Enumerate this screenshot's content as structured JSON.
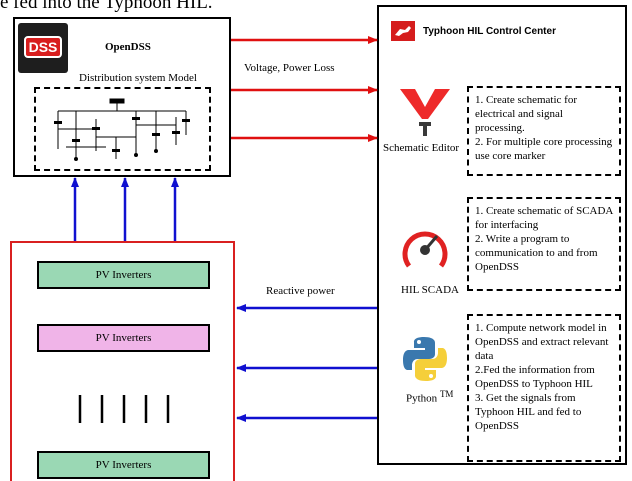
{
  "top_caption": "e fed into the Typhoon HIL.",
  "opendss": {
    "logo_text": "DSS",
    "title": "OpenDSS",
    "subtitle": "Distribution system Model"
  },
  "control_center": {
    "title": "Typhoon HIL Control Center",
    "schematic_label": "Schematic Editor",
    "scada_label": "HIL SCADA",
    "python_label": "Python",
    "python_tm": "TM"
  },
  "notes": {
    "schematic": [
      "1. Create schematic for electrical and signal processing.",
      "2. For multiple core processing use core marker"
    ],
    "scada": [
      "1. Create schematic of SCADA for interfacing",
      "2. Write a program to communication to and from OpenDSS"
    ],
    "python": [
      "1. Compute network model in OpenDSS and extract relevant data",
      "2.Fed the information from OpenDSS to Typhoon HIL",
      "3. Get the signals from Typhoon HIL and fed to OpenDSS"
    ]
  },
  "flows": {
    "voltage_label": "Voltage, Power Loss",
    "reactive_label": "Reactive power"
  },
  "pv": {
    "inverter_label": "PV Inverters"
  },
  "colors": {
    "red_arrow": "#e01010",
    "blue_arrow": "#1010d0",
    "pv_green": "#9ad8b4",
    "pv_pink": "#f0b4e8"
  }
}
